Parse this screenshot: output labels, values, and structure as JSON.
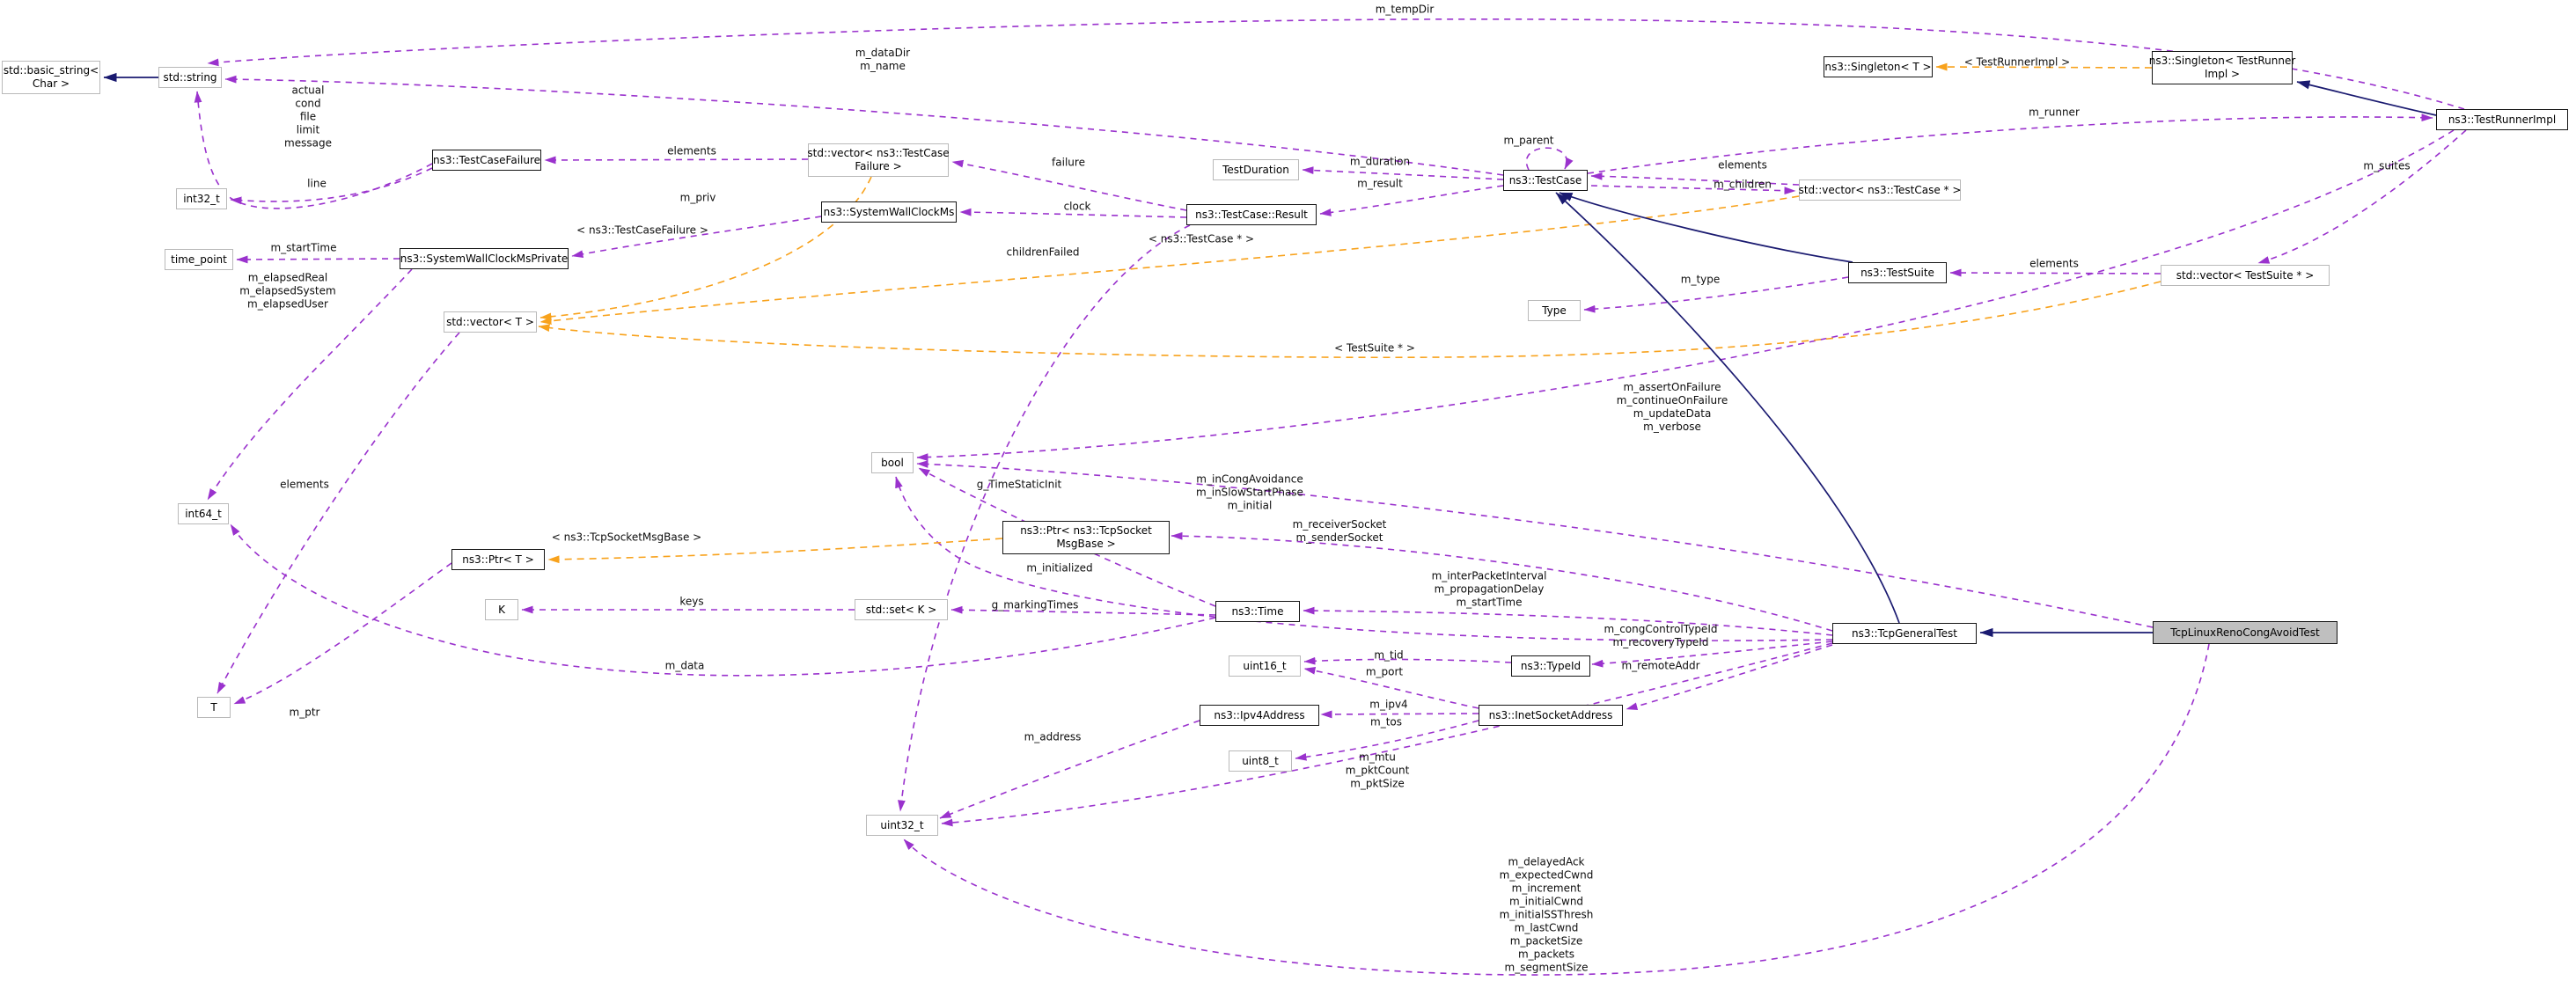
{
  "diagram": {
    "kind": "doxygen-collaboration-graph",
    "highlighted_node": "TcpLinuxRenoCongAvoidTest",
    "colors": {
      "member_edge": "#9a32cd",
      "template_edge": "#f8a21c",
      "inheritance_edge": "#1a1a70",
      "node_fill": "#ffffff",
      "highlight_fill": "#bfbfbf",
      "class_border": "#151515",
      "external_border": "#b9b9b9"
    },
    "nodes": [
      {
        "id": "basic-string",
        "label": "std::basic_string<\nChar >",
        "style": "ext"
      },
      {
        "id": "std-string",
        "label": "std::string",
        "style": "ext"
      },
      {
        "id": "int32-t",
        "label": "int32_t",
        "style": "ext"
      },
      {
        "id": "testcasefailure",
        "label": "ns3::TestCaseFailure",
        "style": "cls"
      },
      {
        "id": "vector-testcasefailure",
        "label": "std::vector< ns3::TestCase\nFailure >",
        "style": "ext"
      },
      {
        "id": "systemwallclockms",
        "label": "ns3::SystemWallClockMs",
        "style": "cls"
      },
      {
        "id": "time-point",
        "label": "time_point",
        "style": "ext"
      },
      {
        "id": "systemwallclockmsprivate",
        "label": "ns3::SystemWallClockMsPrivate",
        "style": "cls"
      },
      {
        "id": "vector-t",
        "label": "std::vector< T >",
        "style": "ext"
      },
      {
        "id": "testduration",
        "label": "TestDuration",
        "style": "ext"
      },
      {
        "id": "testcase-result",
        "label": "ns3::TestCase::Result",
        "style": "cls"
      },
      {
        "id": "testcase",
        "label": "ns3::TestCase",
        "style": "cls"
      },
      {
        "id": "vector-testcase-ptr",
        "label": "std::vector< ns3::TestCase * >",
        "style": "ext"
      },
      {
        "id": "singleton-t",
        "label": "ns3::Singleton< T >",
        "style": "cls"
      },
      {
        "id": "singleton-testrunnerimpl",
        "label": "ns3::Singleton< TestRunner\nImpl >",
        "style": "cls"
      },
      {
        "id": "testrunnerimpl",
        "label": "ns3::TestRunnerImpl",
        "style": "cls"
      },
      {
        "id": "vector-testsuite-ptr",
        "label": "std::vector< TestSuite * >",
        "style": "ext"
      },
      {
        "id": "testsuite",
        "label": "ns3::TestSuite",
        "style": "cls"
      },
      {
        "id": "type",
        "label": "Type",
        "style": "ext"
      },
      {
        "id": "bool",
        "label": "bool",
        "style": "ext"
      },
      {
        "id": "int64-t",
        "label": "int64_t",
        "style": "ext"
      },
      {
        "id": "ptr-tcpsocketmsgbase",
        "label": "ns3::Ptr< ns3::TcpSocket\nMsgBase >",
        "style": "cls"
      },
      {
        "id": "ptr-t",
        "label": "ns3::Ptr< T >",
        "style": "cls"
      },
      {
        "id": "k",
        "label": "K",
        "style": "ext"
      },
      {
        "id": "set-k",
        "label": "std::set< K >",
        "style": "ext"
      },
      {
        "id": "time",
        "label": "ns3::Time",
        "style": "cls"
      },
      {
        "id": "uint16-t",
        "label": "uint16_t",
        "style": "ext"
      },
      {
        "id": "typeid",
        "label": "ns3::TypeId",
        "style": "cls"
      },
      {
        "id": "ipv4address",
        "label": "ns3::Ipv4Address",
        "style": "cls"
      },
      {
        "id": "inetsocketaddress",
        "label": "ns3::InetSocketAddress",
        "style": "cls"
      },
      {
        "id": "uint8-t",
        "label": "uint8_t",
        "style": "ext"
      },
      {
        "id": "uint32-t",
        "label": "uint32_t",
        "style": "ext"
      },
      {
        "id": "t",
        "label": "T",
        "style": "ext"
      },
      {
        "id": "tcpgeneraltest",
        "label": "ns3::TcpGeneralTest",
        "style": "cls"
      },
      {
        "id": "tcplinuxrenocongavoidtest",
        "label": "TcpLinuxRenoCongAvoidTest",
        "style": "highlight"
      }
    ],
    "edges": [
      {
        "id": "string-inherit",
        "kind": "inherit",
        "from": "std-string",
        "to": "basic-string",
        "label": ""
      },
      {
        "id": "failure-strings",
        "kind": "member",
        "from": "testcasefailure",
        "to": "std-string",
        "label": "actual\ncond\nfile\nlimit\nmessage"
      },
      {
        "id": "failure-line",
        "kind": "member",
        "from": "testcasefailure",
        "to": "int32-t",
        "label": "line"
      },
      {
        "id": "vtcf-elements",
        "kind": "member",
        "from": "vector-testcasefailure",
        "to": "testcasefailure",
        "label": "elements"
      },
      {
        "id": "result-failure",
        "kind": "member",
        "from": "testcase-result",
        "to": "vector-testcasefailure",
        "label": "failure"
      },
      {
        "id": "result-clock",
        "kind": "member",
        "from": "testcase-result",
        "to": "systemwallclockms",
        "label": "clock"
      },
      {
        "id": "result-children",
        "kind": "member",
        "from": "testcase-result",
        "to": "uint32-t",
        "label": "childrenFailed"
      },
      {
        "id": "swcms-priv",
        "kind": "member",
        "from": "systemwallclockms",
        "to": "systemwallclockmsprivate",
        "label": "m_priv"
      },
      {
        "id": "priv-starttime",
        "kind": "member",
        "from": "systemwallclockmsprivate",
        "to": "time-point",
        "label": "m_startTime"
      },
      {
        "id": "priv-elapsed",
        "kind": "member",
        "from": "systemwallclockmsprivate",
        "to": "int64-t",
        "label": "m_elapsedReal\nm_elapsedSystem\nm_elapsedUser"
      },
      {
        "id": "tc-strings",
        "kind": "member",
        "from": "testcase",
        "to": "std-string",
        "label": "m_dataDir\nm_name"
      },
      {
        "id": "tri-tempdir",
        "kind": "member",
        "from": "testrunnerimpl",
        "to": "std-string",
        "label": "m_tempDir"
      },
      {
        "id": "vtc-elements",
        "kind": "member",
        "from": "vector-testcase-ptr",
        "to": "testcase",
        "label": "elements"
      },
      {
        "id": "tc-children",
        "kind": "member",
        "from": "testcase",
        "to": "vector-testcase-ptr",
        "label": "m_children"
      },
      {
        "id": "tc-parent",
        "kind": "member",
        "from": "testcase",
        "to": "testcase",
        "label": "m_parent"
      },
      {
        "id": "tc-result",
        "kind": "member",
        "from": "testcase",
        "to": "testcase-result",
        "label": "m_result"
      },
      {
        "id": "tc-duration",
        "kind": "member",
        "from": "testcase",
        "to": "testduration",
        "label": "m_duration"
      },
      {
        "id": "tc-runner",
        "kind": "member",
        "from": "testcase",
        "to": "testrunnerimpl",
        "label": "m_runner"
      },
      {
        "id": "tri-suites",
        "kind": "member",
        "from": "testrunnerimpl",
        "to": "vector-testsuite-ptr",
        "label": "m_suites"
      },
      {
        "id": "vts-elements",
        "kind": "member",
        "from": "vector-testsuite-ptr",
        "to": "testsuite",
        "label": "elements"
      },
      {
        "id": "ts-type",
        "kind": "member",
        "from": "testsuite",
        "to": "type",
        "label": "m_type"
      },
      {
        "id": "tri-bools",
        "kind": "member",
        "from": "testrunnerimpl",
        "to": "bool",
        "label": "m_assertOnFailure\nm_continueOnFailure\nm_updateData\nm_verbose"
      },
      {
        "id": "tlr-bools",
        "kind": "member",
        "from": "tcplinuxrenocongavoidtest",
        "to": "bool",
        "label": "m_inCongAvoidance\nm_inSlowStartPhase\nm_initial"
      },
      {
        "id": "tgt-initialized",
        "kind": "member",
        "from": "tcpgeneraltest",
        "to": "bool",
        "label": "m_initialized"
      },
      {
        "id": "time-static",
        "kind": "member",
        "from": "time",
        "to": "bool",
        "label": "g_TimeStaticInit"
      },
      {
        "id": "tgt-sockets",
        "kind": "member",
        "from": "tcpgeneraltest",
        "to": "ptr-tcpsocketmsgbase",
        "label": "m_receiverSocket\nm_senderSocket"
      },
      {
        "id": "tgt-times",
        "kind": "member",
        "from": "tcpgeneraltest",
        "to": "time",
        "label": "m_interPacketInterval\nm_propagationDelay\nm_startTime"
      },
      {
        "id": "tgt-typeids",
        "kind": "member",
        "from": "tcpgeneraltest",
        "to": "typeid",
        "label": "m_congControlTypeId\nm_recoveryTypeId"
      },
      {
        "id": "typeid-tid",
        "kind": "member",
        "from": "typeid",
        "to": "uint16-t",
        "label": "m_tid"
      },
      {
        "id": "tgt-remote",
        "kind": "member",
        "from": "tcpgeneraltest",
        "to": "inetsocketaddress",
        "label": "m_remoteAddr"
      },
      {
        "id": "inet-port",
        "kind": "member",
        "from": "inetsocketaddress",
        "to": "uint16-t",
        "label": "m_port"
      },
      {
        "id": "inet-ipv4",
        "kind": "member",
        "from": "inetsocketaddress",
        "to": "ipv4address",
        "label": "m_ipv4"
      },
      {
        "id": "inet-tos",
        "kind": "member",
        "from": "inetsocketaddress",
        "to": "uint8-t",
        "label": "m_tos"
      },
      {
        "id": "ipv4-address",
        "kind": "member",
        "from": "ipv4address",
        "to": "uint32-t",
        "label": "m_address"
      },
      {
        "id": "tgt-uints",
        "kind": "member",
        "from": "tcpgeneraltest",
        "to": "uint32-t",
        "label": "m_mtu\nm_pktCount\nm_pktSize"
      },
      {
        "id": "tlr-uints",
        "kind": "member",
        "from": "tcplinuxrenocongavoidtest",
        "to": "uint32-t",
        "label": "m_delayedAck\nm_expectedCwnd\nm_increment\nm_initialCwnd\nm_initialSSThresh\nm_lastCwnd\nm_packetSize\nm_packets\nm_segmentSize"
      },
      {
        "id": "time-marking",
        "kind": "member",
        "from": "time",
        "to": "set-k",
        "label": "g_markingTimes"
      },
      {
        "id": "set-keys",
        "kind": "member",
        "from": "set-k",
        "to": "k",
        "label": "keys"
      },
      {
        "id": "time-data",
        "kind": "member",
        "from": "time",
        "to": "int64-t",
        "label": "m_data"
      },
      {
        "id": "vt-elements",
        "kind": "member",
        "from": "vector-t",
        "to": "t",
        "label": "elements"
      },
      {
        "id": "ptr-mptr",
        "kind": "member",
        "from": "ptr-t",
        "to": "t",
        "label": "m_ptr"
      },
      {
        "id": "sing-template",
        "kind": "template",
        "from": "singleton-testrunnerimpl",
        "to": "singleton-t",
        "label": "< TestRunnerImpl >"
      },
      {
        "id": "vtcf-template",
        "kind": "template",
        "from": "vector-testcasefailure",
        "to": "vector-t",
        "label": "< ns3::TestCaseFailure >"
      },
      {
        "id": "vtc-template",
        "kind": "template",
        "from": "vector-testcase-ptr",
        "to": "vector-t",
        "label": "< ns3::TestCase * >"
      },
      {
        "id": "vts-template",
        "kind": "template",
        "from": "vector-testsuite-ptr",
        "to": "vector-t",
        "label": "< TestSuite * >"
      },
      {
        "id": "ptr-template",
        "kind": "template",
        "from": "ptr-tcpsocketmsgbase",
        "to": "ptr-t",
        "label": "< ns3::TcpSocketMsgBase >"
      },
      {
        "id": "ts-inherit",
        "kind": "inherit",
        "from": "testsuite",
        "to": "testcase",
        "label": ""
      },
      {
        "id": "tgt-inherit",
        "kind": "inherit",
        "from": "tcpgeneraltest",
        "to": "testcase",
        "label": ""
      },
      {
        "id": "tlr-inherit",
        "kind": "inherit",
        "from": "tcplinuxrenocongavoidtest",
        "to": "tcpgeneraltest",
        "label": ""
      },
      {
        "id": "tri-inherit",
        "kind": "inherit",
        "from": "testrunnerimpl",
        "to": "singleton-testrunnerimpl",
        "label": ""
      }
    ]
  }
}
